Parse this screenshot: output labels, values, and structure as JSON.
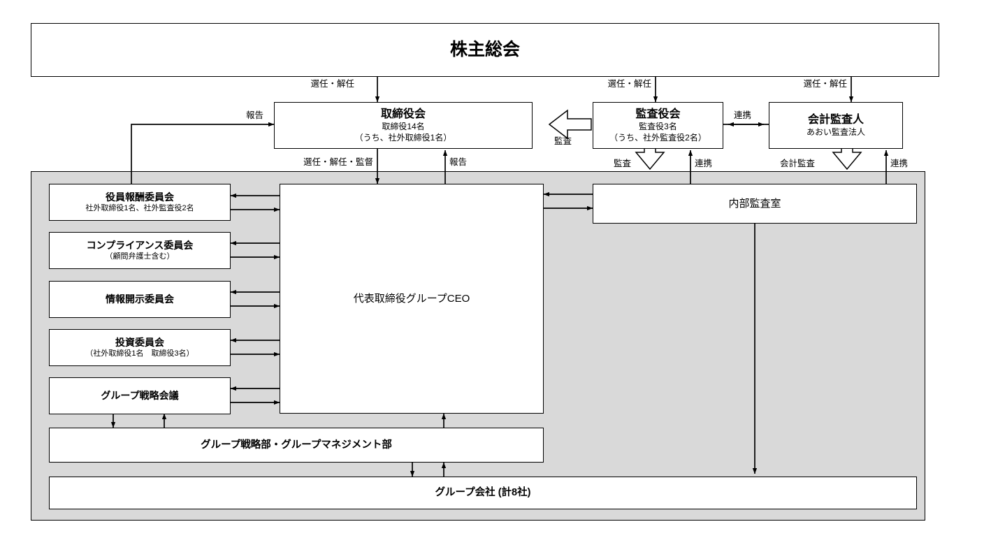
{
  "diagram": {
    "title_box": {
      "name": "株主総会"
    },
    "boards": {
      "board_of_directors": {
        "name": "取締役会",
        "line2": "取締役14名",
        "line3": "（うち、社外取締役1名）"
      },
      "board_of_auditors": {
        "name": "監査役会",
        "line2": "監査役3名",
        "line3": "（うち、社外監査役2名）"
      },
      "accounting_auditor": {
        "name": "会計監査人",
        "line2": "あおい監査法人"
      }
    },
    "ceo_box": {
      "name": "代表取締役グループCEO"
    },
    "internal_audit": {
      "name": "内部監査室"
    },
    "committees": [
      {
        "name": "役員報酬委員会",
        "sub": "社外取締役1名、社外監査役2名"
      },
      {
        "name": "コンプライアンス委員会",
        "sub": "（顧問弁護士含む）"
      },
      {
        "name": "情報開示委員会",
        "sub": ""
      },
      {
        "name": "投資委員会",
        "sub": "（社外取締役1名　取締役3名）"
      },
      {
        "name": "グループ戦略会議",
        "sub": ""
      }
    ],
    "departments": {
      "strategy_dept": {
        "name": "グループ戦略部・グループマネジメント部"
      },
      "group_companies": {
        "name": "グループ会社 (計8社)"
      }
    },
    "edge_labels": {
      "appoint_dismiss_board": "選任・解任",
      "appoint_dismiss_auditors": "選任・解任",
      "appoint_dismiss_accounting": "選任・解任",
      "report_to_board_left": "報告",
      "appoint_dismiss_supervise": "選任・解任・監督",
      "report_from_ceo": "報告",
      "audit_block_arrow": "監査",
      "cooperation_auditors_accounting": "連携",
      "audit_down": "監査",
      "cooperation_left": "連携",
      "accounting_audit_down": "会計監査",
      "cooperation_right": "連携"
    },
    "colors": {
      "panel_fill": "#d9d9d9",
      "box_fill": "#ffffff",
      "stroke": "#000000"
    }
  }
}
